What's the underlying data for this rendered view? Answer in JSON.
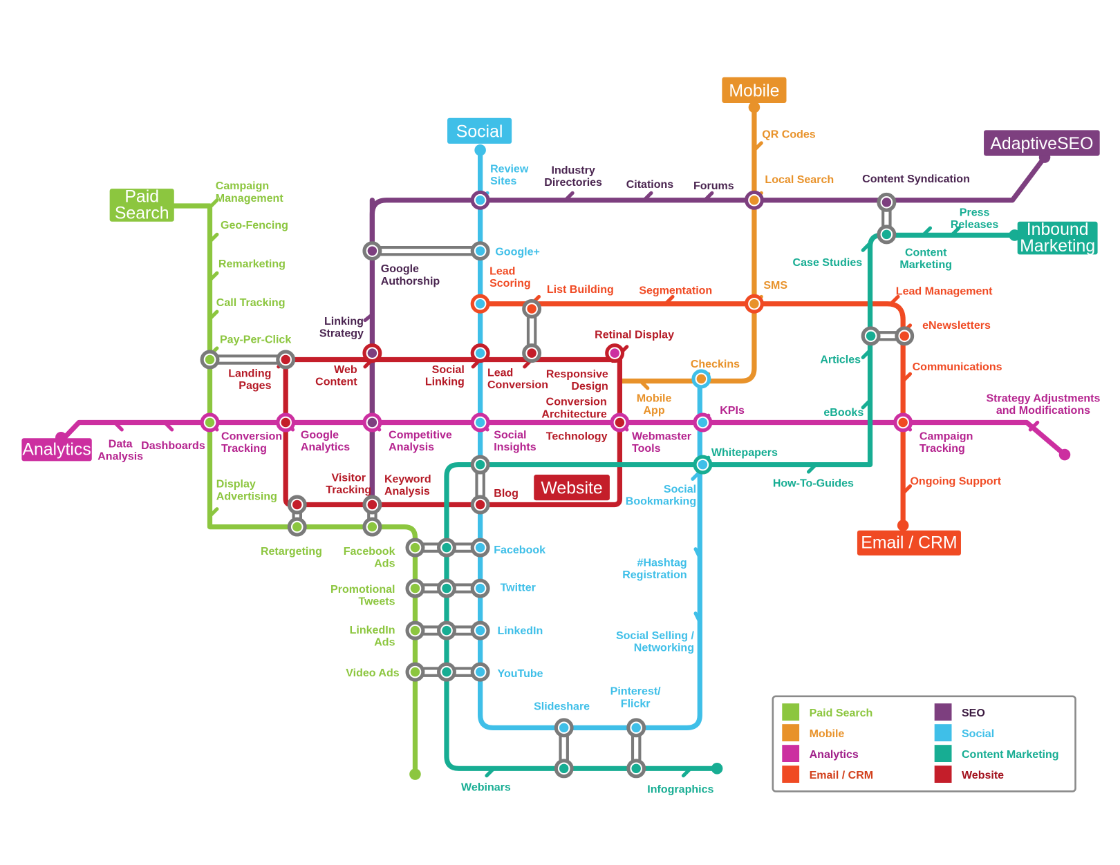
{
  "title": "Digital Marketing Transit Map",
  "lines": {
    "paid_search": {
      "name": "Paid Search",
      "color": "#8cc63f"
    },
    "mobile": {
      "name": "Mobile",
      "color": "#e8922a"
    },
    "analytics": {
      "name": "Analytics",
      "color": "#cc2fa0"
    },
    "email_crm": {
      "name": "Email / CRM",
      "color": "#f04a23"
    },
    "seo": {
      "name": "SEO",
      "color": "#7d3f7f"
    },
    "social": {
      "name": "Social",
      "color": "#3fbfe8"
    },
    "content": {
      "name": "Content Marketing",
      "color": "#17ad93"
    },
    "website": {
      "name": "Website",
      "color": "#c41e2a"
    }
  },
  "terminals": {
    "paid_search": [
      "Paid",
      "Search"
    ],
    "social": "Social",
    "mobile": "Mobile",
    "adaptive_seo": "AdaptiveSEO",
    "inbound": [
      "Inbound",
      "Marketing"
    ],
    "analytics": "Analytics",
    "website": "Website",
    "email_crm": "Email / CRM"
  },
  "stations": {
    "paid_search": [
      [
        "Campaign",
        "Management"
      ],
      [
        "Geo-Fencing"
      ],
      [
        "Remarketing"
      ],
      [
        "Call Tracking"
      ],
      [
        "Pay-Per-Click"
      ],
      [
        "Display",
        "Advertising"
      ],
      [
        "Retargeting"
      ],
      [
        "Facebook",
        "Ads"
      ],
      [
        "Promotional",
        "Tweets"
      ],
      [
        "LinkedIn",
        "Ads"
      ],
      [
        "Video Ads"
      ]
    ],
    "seo": [
      [
        "Industry",
        "Directories"
      ],
      [
        "Citations"
      ],
      [
        "Forums"
      ],
      [
        "Content Syndication"
      ],
      [
        "Google",
        "Authorship"
      ],
      [
        "Linking",
        "Strategy"
      ]
    ],
    "social": [
      [
        "Review",
        "Sites"
      ],
      [
        "Google+"
      ],
      [
        "Facebook"
      ],
      [
        "Twitter"
      ],
      [
        "LinkedIn"
      ],
      [
        "YouTube"
      ],
      [
        "Slideshare"
      ],
      [
        "Pinterest/",
        "Flickr"
      ],
      [
        "Social",
        "Bookmarking"
      ],
      [
        "#Hashtag",
        "Registration"
      ],
      [
        "Social Selling /",
        "Networking"
      ]
    ],
    "mobile": [
      [
        "QR Codes"
      ],
      [
        "Local Search"
      ],
      [
        "SMS"
      ],
      [
        "Checkins"
      ],
      [
        "Mobile",
        "App"
      ]
    ],
    "email_crm": [
      [
        "Lead",
        "Scoring"
      ],
      [
        "List Building"
      ],
      [
        "Segmentation"
      ],
      [
        "Lead Management"
      ],
      [
        "eNewsletters"
      ],
      [
        "Communications"
      ],
      [
        "Ongoing Support"
      ]
    ],
    "website": [
      [
        "Landing",
        "Pages"
      ],
      [
        "Web",
        "Content"
      ],
      [
        "Social",
        "Linking"
      ],
      [
        "Lead",
        "Conversion"
      ],
      [
        "Responsive",
        "Design"
      ],
      [
        "Retinal Display"
      ],
      [
        "Conversion",
        "Architecture"
      ],
      [
        "Technology"
      ],
      [
        "Visitor",
        "Tracking"
      ],
      [
        "Keyword",
        "Analysis"
      ],
      [
        "Blog"
      ]
    ],
    "analytics": [
      [
        "Data",
        "Analysis"
      ],
      [
        "Dashboards"
      ],
      [
        "Conversion",
        "Tracking"
      ],
      [
        "Google",
        "Analytics"
      ],
      [
        "Competitive",
        "Analysis"
      ],
      [
        "Social",
        "Insights"
      ],
      [
        "Webmaster",
        "Tools"
      ],
      [
        "KPIs"
      ],
      [
        "Campaign",
        "Tracking"
      ],
      [
        "Strategy Adjustments",
        "and Modifications"
      ]
    ],
    "content": [
      [
        "Press",
        "Releases"
      ],
      [
        "Content",
        "Marketing"
      ],
      [
        "Case Studies"
      ],
      [
        "Articles"
      ],
      [
        "eBooks"
      ],
      [
        "How-To-Guides"
      ],
      [
        "Whitepapers"
      ],
      [
        "Webinars"
      ],
      [
        "Infographics"
      ]
    ]
  },
  "legend": [
    {
      "key": "paid_search",
      "label": "Paid Search"
    },
    {
      "key": "mobile",
      "label": "Mobile"
    },
    {
      "key": "analytics",
      "label": "Analytics"
    },
    {
      "key": "email_crm",
      "label": "Email / CRM"
    },
    {
      "key": "seo",
      "label": "SEO"
    },
    {
      "key": "social",
      "label": "Social"
    },
    {
      "key": "content",
      "label": "Content Marketing"
    },
    {
      "key": "website",
      "label": "Website"
    }
  ]
}
